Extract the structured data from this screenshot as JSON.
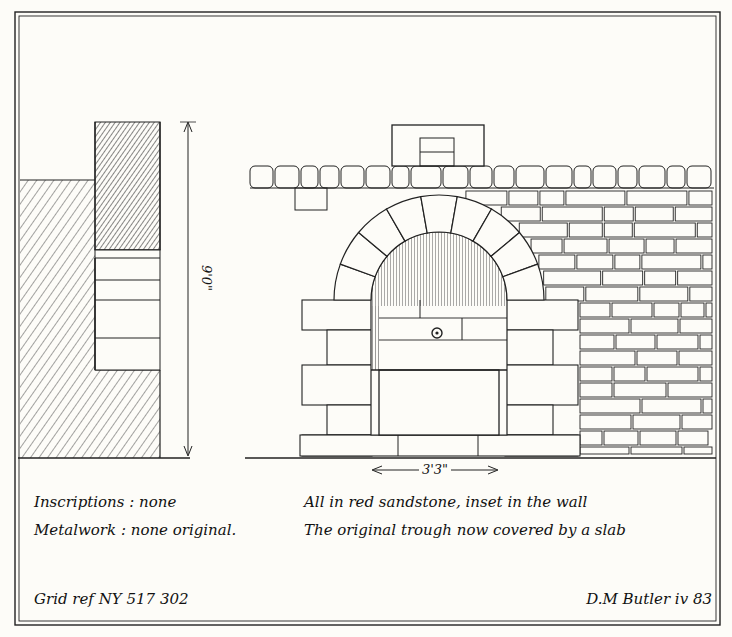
{
  "diagram": {
    "labels": [
      "9'0\"",
      "3'3\"",
      "Inscriptions : none",
      "All in red sandstone, inset in the wall",
      "Metalwork : none original.",
      "The original trough now covered by a slab",
      "Grid ref NY 517 302",
      "D.M Butler iv 83"
    ]
  }
}
